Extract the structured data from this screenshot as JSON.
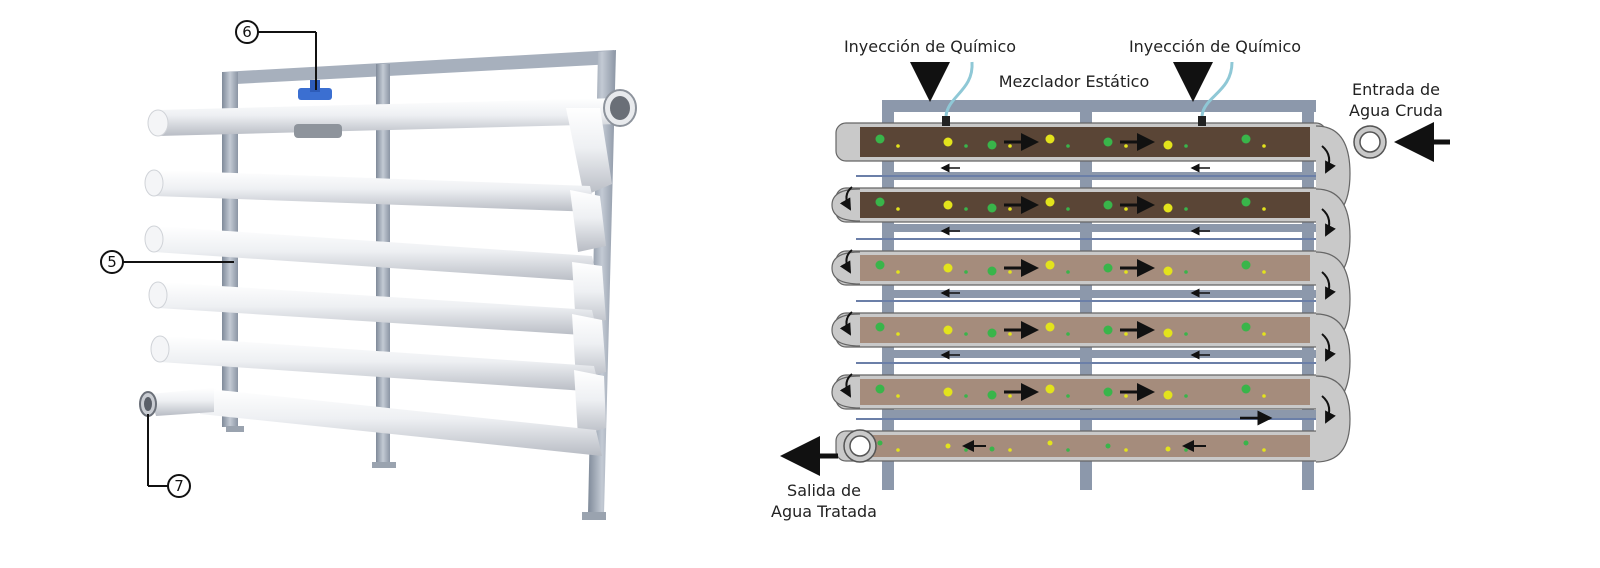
{
  "left_figure": {
    "callouts": [
      {
        "id": "c6",
        "number": "6"
      },
      {
        "id": "c5",
        "number": "5"
      },
      {
        "id": "c7",
        "number": "7"
      }
    ]
  },
  "right_figure": {
    "labels": {
      "chem_injection_1": "Inyección de Químico",
      "chem_injection_2": "Inyección de Químico",
      "static_mixer": "Mezclador Estático",
      "raw_water_inlet_line1": "Entrada de",
      "raw_water_inlet_line2": "Agua Cruda",
      "treated_outlet_line1": "Salida de",
      "treated_outlet_line2": "Agua Tratada"
    },
    "colors": {
      "frame": "#8c98ab",
      "pipe": "#c9c9c9",
      "water_dark": "#5a4536",
      "water_light": "#a58c7c",
      "chem_green": "#39b54a",
      "chem_yellow": "#e3e31c",
      "arrow": "#111111"
    }
  }
}
